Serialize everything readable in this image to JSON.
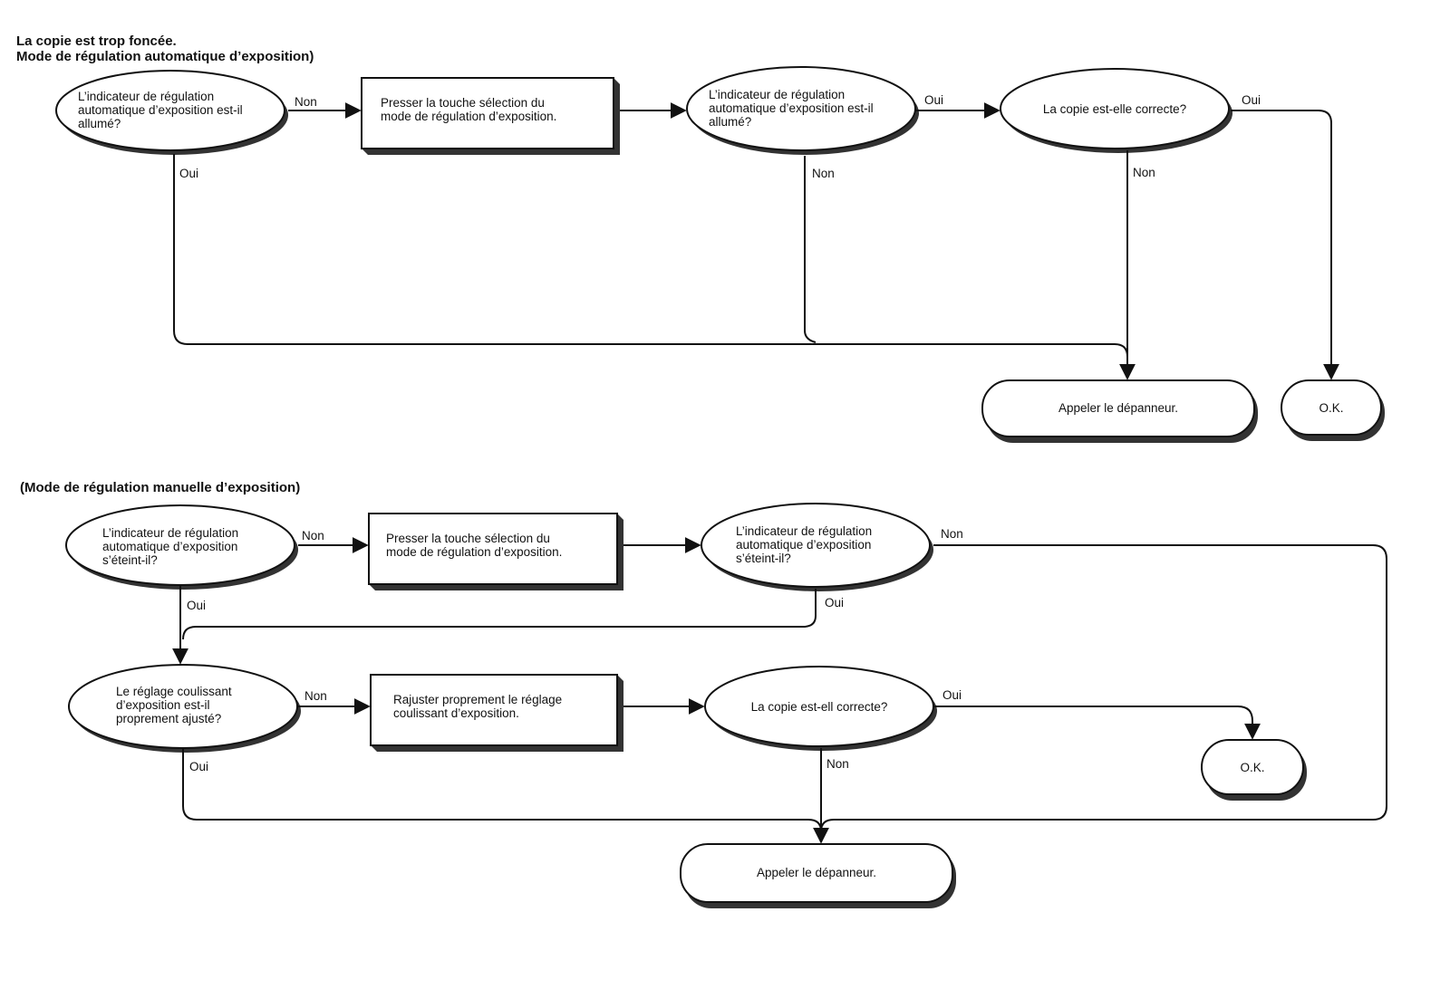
{
  "section1": {
    "title_line1": "La copie est trop foncée.",
    "title_line2": "Mode de régulation automatique d’exposition)",
    "d1": [
      "L’indicateur de régulation",
      "automatique d’exposition est-il",
      "allumé?"
    ],
    "p1": [
      "Presser la touche sélection du",
      "mode de régulation d’exposition."
    ],
    "d2": [
      "L’indicateur de régulation",
      "automatique d’exposition est-il",
      "allumé?"
    ],
    "d3": [
      "La copie est-elle correcte?"
    ],
    "t_call": [
      "Appeler le dépanneur."
    ],
    "t_ok": [
      "O.K."
    ],
    "labels": {
      "d1_no": "Non",
      "d1_yes": "Oui",
      "d2_yes": "Oui",
      "d2_no": "Non",
      "d3_yes": "Oui",
      "d3_no": "Non"
    }
  },
  "section2": {
    "title": "(Mode de régulation manuelle d’exposition)",
    "d1": [
      "L’indicateur de régulation",
      "automatique d’exposition",
      "s’éteint-il?"
    ],
    "p1": [
      "Presser la touche sélection du",
      "mode de régulation d’exposition."
    ],
    "d2": [
      "L’indicateur de régulation",
      "automatique d’exposition",
      "s’éteint-il?"
    ],
    "d3": [
      "Le réglage coulissant",
      "d’exposition est-il",
      "proprement ajusté?"
    ],
    "p2": [
      "Rajuster proprement le réglage",
      "coulissant d’exposition."
    ],
    "d4": [
      "La copie est-ell correcte?"
    ],
    "t_ok": [
      "O.K."
    ],
    "t_call": [
      "Appeler le dépanneur."
    ],
    "labels": {
      "d1_no": "Non",
      "d1_yes": "Oui",
      "d2_no": "Non",
      "d2_yes": "Oui",
      "d3_no": "Non",
      "d3_yes": "Oui",
      "d4_yes": "Oui",
      "d4_no": "Non"
    }
  }
}
